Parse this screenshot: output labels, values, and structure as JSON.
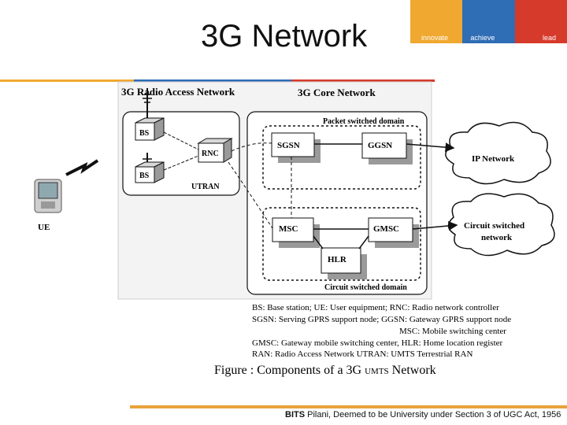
{
  "slide_title": "3G Network",
  "logo": {
    "words": [
      "innovate",
      "achieve",
      "lead"
    ],
    "colors": [
      "#f0a830",
      "#2f6db5",
      "#d63a2a"
    ]
  },
  "diagram": {
    "ran_title": "3G Radio Access Network",
    "core_title": "3G Core Network",
    "packet_domain": "Packet switched domain",
    "circuit_domain": "Circuit switched domain",
    "utran": "UTRAN",
    "nodes": {
      "bs1": "BS",
      "bs2": "BS",
      "rnc": "RNC",
      "sgsn": "SGSN",
      "ggsn": "GGSN",
      "msc": "MSC",
      "gmsc": "GMSC",
      "hlr": "HLR",
      "ue": "UE"
    },
    "clouds": {
      "ip": "IP Network",
      "circuit_line1": "Circuit switched",
      "circuit_line2": "network"
    },
    "legend": [
      "BS: Base station;   UE: User equipment; RNC: Radio network controller",
      "SGSN: Serving GPRS support node;   GGSN: Gateway GPRS support node",
      "MSC: Mobile switching center",
      "GMSC: Gateway mobile switching center,  HLR: Home location register",
      "RAN: Radio Access Network                UTRAN: UMTS Terrestrial RAN"
    ],
    "caption_pre": "Figure  : Components of a 3G ",
    "caption_small": "UMTS",
    "caption_post": " Network"
  },
  "footer": {
    "bold": "BITS",
    "rest": " Pilani, Deemed to be University under Section 3 of UGC Act, 1956"
  }
}
